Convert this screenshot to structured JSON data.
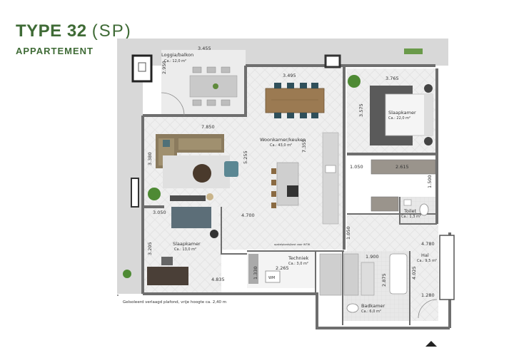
{
  "header": {
    "title": "TYPE 32",
    "title_suffix": "(SP)",
    "subtitle": "APPARTEMENT"
  },
  "colors": {
    "brand": "#3f6b36",
    "wall": "#6e6e6e",
    "floor": "#ececec",
    "terrace": "#d6d6d6"
  },
  "rooms": {
    "loggia": {
      "name": "Loggia/balkon",
      "area": "Ca.: 12,0 m²"
    },
    "woonkamer": {
      "name": "Woonkamer/keuken",
      "area": "Ca.: 43,0 m²"
    },
    "slaapkamer1": {
      "name": "Slaapkamer",
      "area": "Ca.: 22,0 m²"
    },
    "slaapkamer2": {
      "name": "Slaapkamer",
      "area": "Ca.: 13,0 m²"
    },
    "toilet": {
      "name": "Toilet",
      "area": "Ca.: 1,3 m²"
    },
    "hal": {
      "name": "Hal",
      "area": "Ca.: 9,5 m²"
    },
    "techniek": {
      "name": "Techniek",
      "area": "Ca.: 3,0 m²"
    },
    "badkamer": {
      "name": "Badkamer",
      "area": "Ca.: 6,0 m²"
    }
  },
  "dimensions": {
    "d1": "3.455",
    "d2": "2.950",
    "d3": "3.495",
    "d4": "3.765",
    "d5": "3.575",
    "d6": "7.850",
    "d7": "3.380",
    "d8": "5.255",
    "d9": "7.355",
    "d10": "1.050",
    "d11": "2.615",
    "d12": "1.500",
    "d13": "3.050",
    "d14": "4.700",
    "d15": "4.780",
    "d16": "1.050",
    "d17": "3.205",
    "d18": "1.330",
    "d19": "2.265",
    "d20": "1.900",
    "d21": "2.875",
    "d22": "4.025",
    "d23": "4.835",
    "d24": "1.280"
  },
  "labels": {
    "wm": "WM",
    "cabinet_note": "opstelplaats/kast voor WTW"
  },
  "footnote": "Gelsoleerd verlaagd plafond, vrije hoogte ca. 2,40 m"
}
